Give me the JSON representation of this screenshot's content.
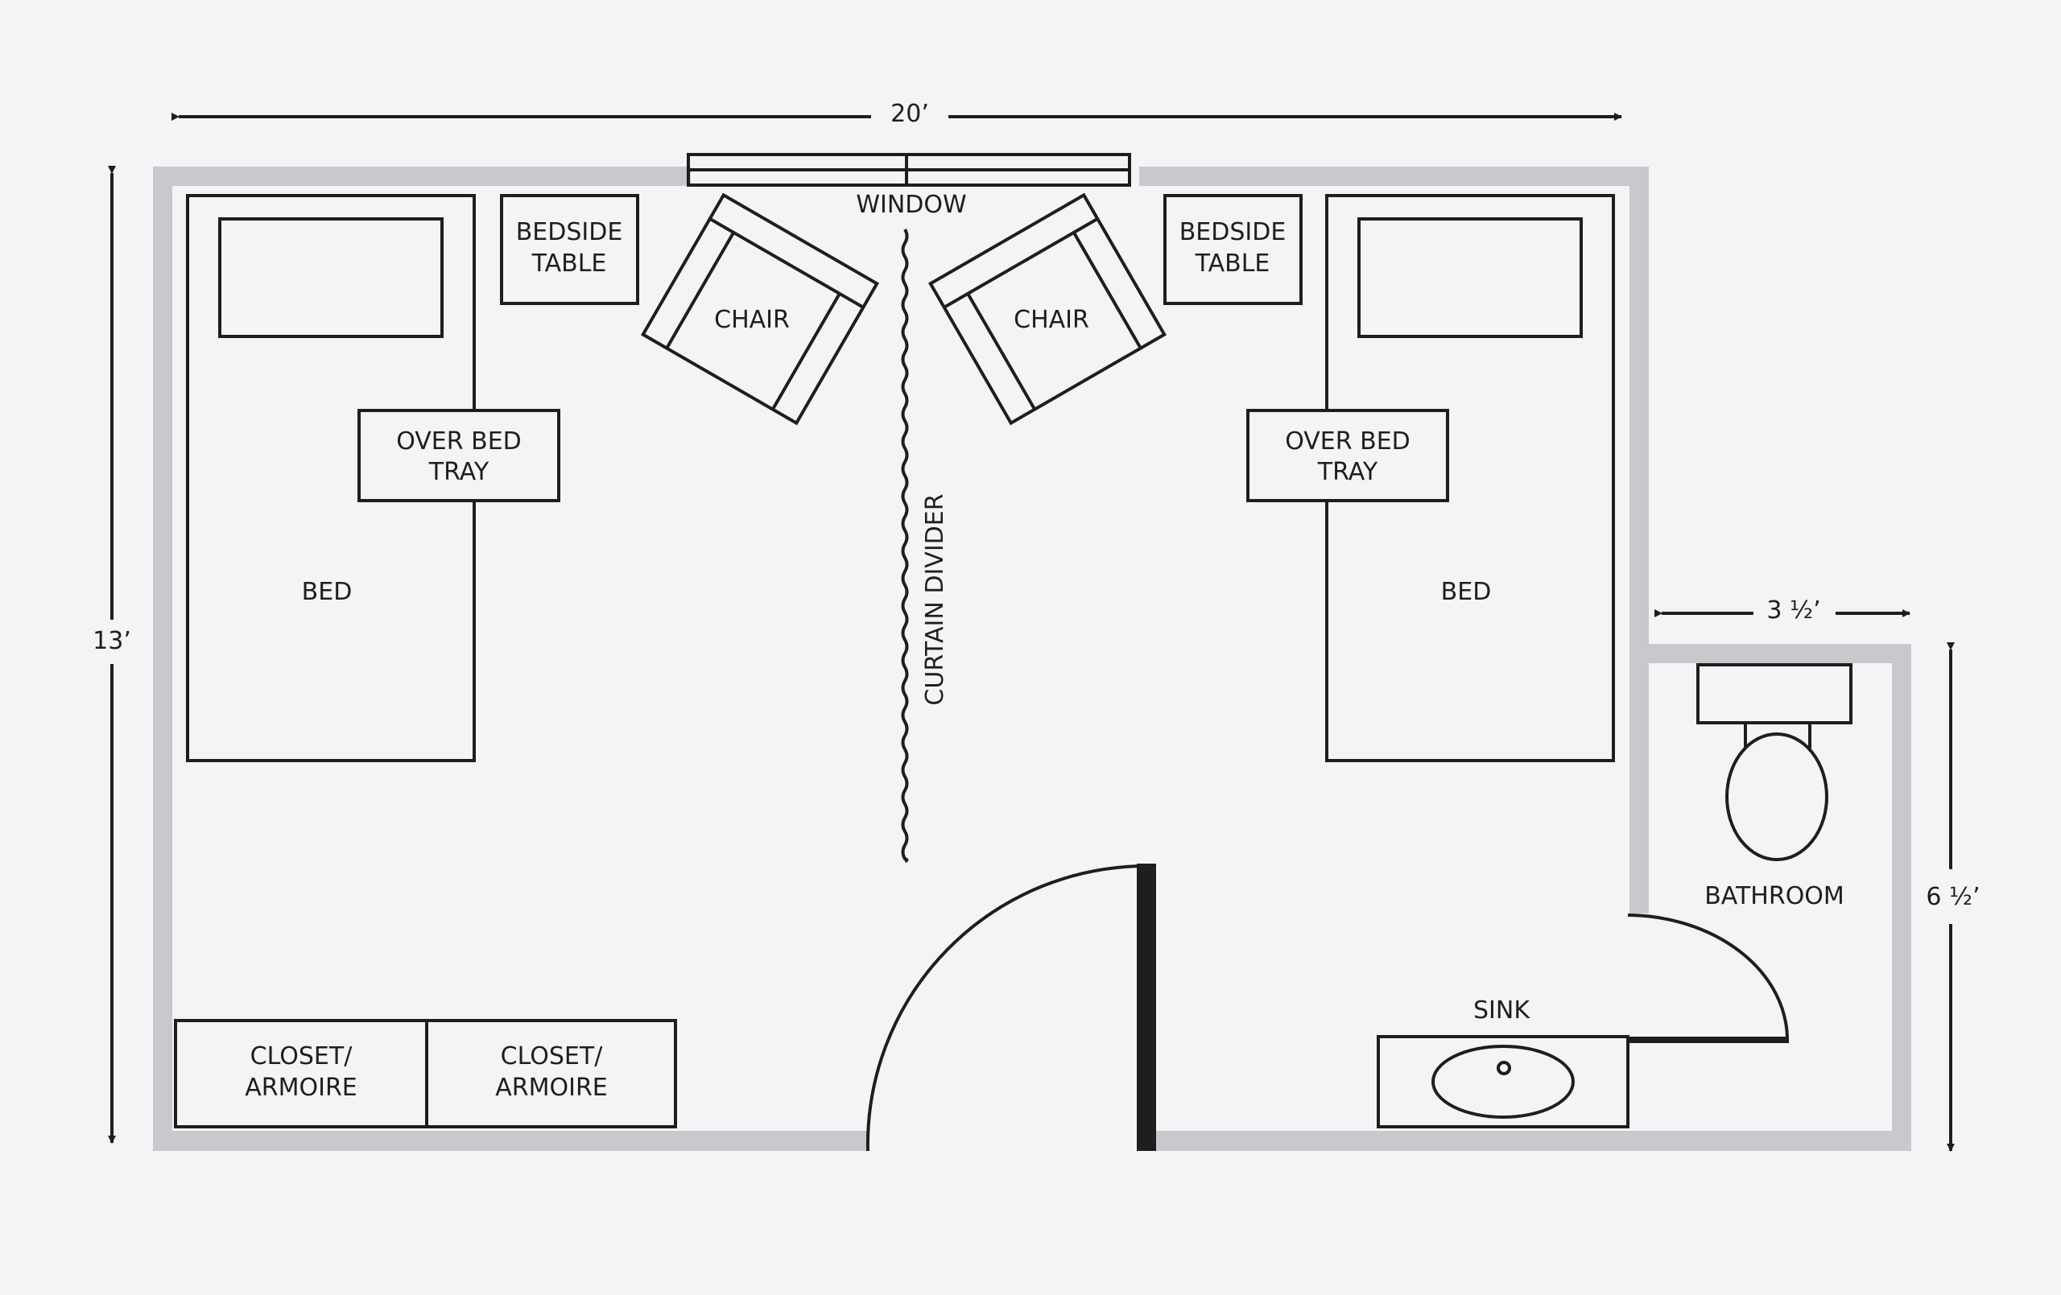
{
  "colors": {
    "background": "#f3f4f6",
    "wall": "#c8c9cc",
    "ink": "#1e1e1e"
  },
  "dimensions": {
    "width": "20’",
    "height": "13’",
    "bathroom_width": "3 ½’",
    "bathroom_height": "6 ½’"
  },
  "labels": {
    "window": "WINDOW",
    "curtain_divider": "CURTAIN DIVIDER",
    "bathroom": "BATHROOM",
    "sink": "SINK",
    "left_bed": "BED",
    "right_bed": "BED",
    "left_chair": "CHAIR",
    "right_chair": "CHAIR",
    "left_bedside_table": [
      "BEDSIDE",
      "TABLE"
    ],
    "right_bedside_table": [
      "BEDSIDE",
      "TABLE"
    ],
    "left_tray": [
      "OVER BED",
      "TRAY"
    ],
    "right_tray": [
      "OVER BED",
      "TRAY"
    ],
    "closet_1": [
      "CLOSET/",
      "ARMOIRE"
    ],
    "closet_2": [
      "CLOSET/",
      "ARMOIRE"
    ]
  }
}
